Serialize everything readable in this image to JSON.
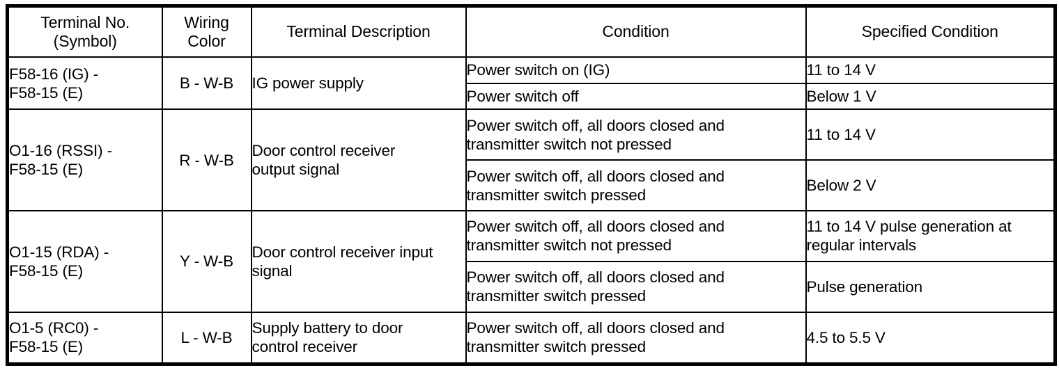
{
  "table": {
    "headers": [
      "Terminal No.\n(Symbol)",
      "Wiring\nColor",
      "Terminal Description",
      "Condition",
      "Specified Condition"
    ],
    "groups": [
      {
        "terminal": "F58-16 (IG) -\nF58-15 (E)",
        "wiring_color": "B - W-B",
        "description": "IG power supply",
        "rows": [
          {
            "condition": "Power switch on (IG)",
            "specified": "11 to 14 V"
          },
          {
            "condition": "Power switch off",
            "specified": "Below 1 V"
          }
        ]
      },
      {
        "terminal": "O1-16 (RSSI) -\nF58-15 (E)",
        "wiring_color": "R - W-B",
        "description": "Door control receiver\noutput signal",
        "rows": [
          {
            "condition": "Power switch off, all doors closed and\ntransmitter switch not pressed",
            "specified": "11 to 14 V"
          },
          {
            "condition": "Power switch off, all doors closed and\ntransmitter switch pressed",
            "specified": "Below 2 V"
          }
        ]
      },
      {
        "terminal": "O1-15 (RDA) -\nF58-15 (E)",
        "wiring_color": "Y - W-B",
        "description": "Door control receiver input\nsignal",
        "rows": [
          {
            "condition": "Power switch off, all doors closed and\ntransmitter switch not pressed",
            "specified": "11 to 14 V pulse generation at\nregular intervals"
          },
          {
            "condition": "Power switch off, all doors closed and\ntransmitter switch pressed",
            "specified": "Pulse generation"
          }
        ]
      },
      {
        "terminal": "O1-5 (RC0) -\nF58-15 (E)",
        "wiring_color": "L - W-B",
        "description": "Supply battery to door\ncontrol receiver",
        "rows": [
          {
            "condition": "Power switch off, all doors closed and\ntransmitter switch pressed",
            "specified": "4.5 to 5.5 V"
          }
        ]
      }
    ]
  },
  "style": {
    "border_color": "#000000",
    "text_color": "#000000",
    "background": "#ffffff"
  }
}
